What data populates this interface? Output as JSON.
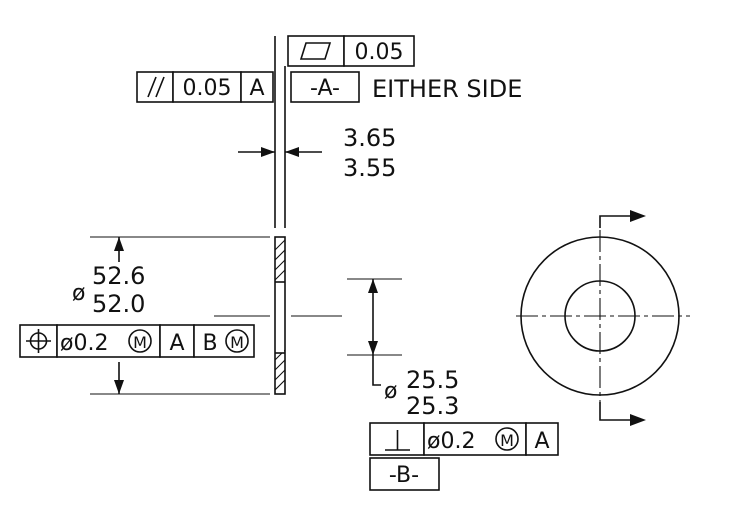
{
  "flatness_fcf": {
    "tolerance": "0.05"
  },
  "parallelism_fcf": {
    "tolerance": "0.05",
    "datum": "A"
  },
  "datum_a": {
    "label": "-A-",
    "note": "EITHER SIDE"
  },
  "thickness_dim": {
    "upper": "3.65",
    "lower": "3.55"
  },
  "outer_diameter_dim": {
    "prefix": "ø",
    "upper": "52.6",
    "lower": "52.0"
  },
  "position_fcf": {
    "tolerance": "ø0.2",
    "modifier": "M",
    "datum_primary": "A",
    "datum_secondary": "B",
    "datum_secondary_modifier": "M"
  },
  "inner_diameter_dim": {
    "prefix": "ø",
    "upper": "25.5",
    "lower": "25.3"
  },
  "perpendicularity_fcf": {
    "tolerance": "ø0.2",
    "modifier": "M",
    "datum": "A"
  },
  "datum_b": {
    "label": "-B-"
  },
  "colors": {
    "ink": "#111111",
    "paper": "#ffffff"
  }
}
